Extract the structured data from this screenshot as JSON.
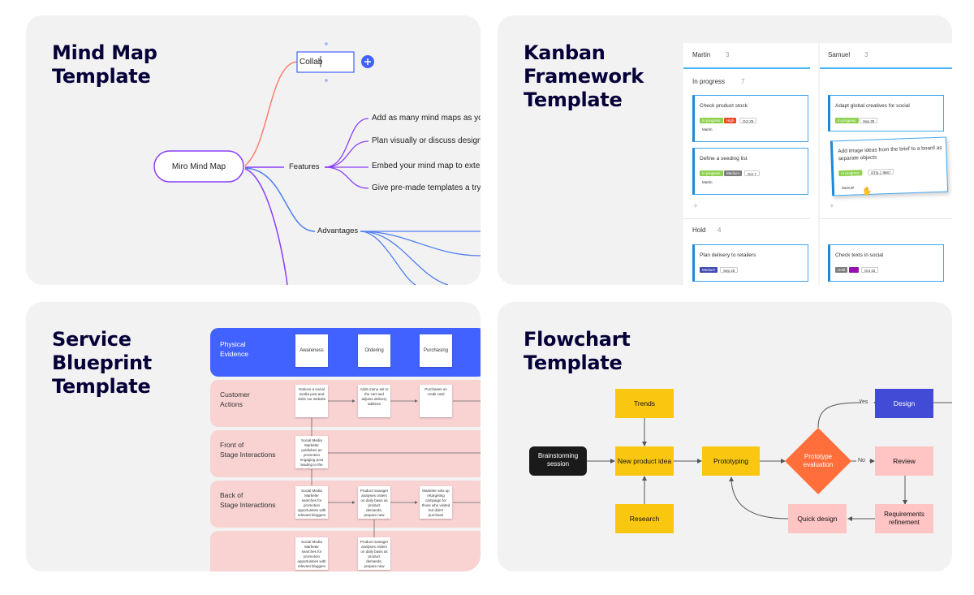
{
  "cards": {
    "mindmap": {
      "title": "Mind Map\nTemplate",
      "root": "Miro Mind Map",
      "editing_node": "Collab",
      "features_label": "Features",
      "advantages_label": "Advantages",
      "feature_items": [
        "Add as many mind maps as you",
        "Plan visually or discuss designs",
        "Embed your mind map to exter",
        "Give pre-made templates a try"
      ]
    },
    "kanban": {
      "title": "Kanban\nFramework\nTemplate",
      "columns": [
        {
          "name": "Martin",
          "count": "3"
        },
        {
          "name": "Samuel",
          "count": "3"
        }
      ],
      "groups": {
        "in_progress": {
          "name": "In progress",
          "count": "7"
        },
        "hold": {
          "name": "Hold",
          "count": "4"
        }
      },
      "cards": {
        "c1": {
          "title": "Check product stock",
          "tags": [
            "In progress",
            "High",
            "Oct 25"
          ],
          "person": "Martin"
        },
        "c2": {
          "title": "Define a seeding list",
          "tags": [
            "In progress",
            "Medium",
            "Oct 7"
          ],
          "person": "Martin"
        },
        "c3": {
          "title": "Adapt global creatives for social",
          "tags": [
            "In progress",
            "Sep 30"
          ]
        },
        "c4": {
          "title": "Add image ideas from the brief to a board as separate objects",
          "tags": [
            "In progress",
            "RTB-1 9667"
          ],
          "person": "Samuel"
        },
        "c5": {
          "title": "Plan delivery to retailers",
          "tags": [
            "Medium",
            "Sep 25"
          ]
        },
        "c6": {
          "title": "Check texts in social",
          "tags": [
            "Hold",
            "",
            "Oct 15"
          ]
        }
      }
    },
    "blueprint": {
      "title": "Service\nBlueprint\nTemplate",
      "lanes": [
        "Physical\nEvidence",
        "Customer\nActions",
        "Front of\nStage Interactions",
        "Back of\nStage Interactions"
      ],
      "evidence": [
        "Awareness",
        "Ordering",
        "Purchasing"
      ],
      "actions": [
        "Notices a social media post and visits our website",
        "Adds menu set to the cart and adjusts delivery address",
        "Purchases on credit card"
      ],
      "front": [
        "Social Media Marketer publishes an promotion engaging post leading to the landing page"
      ],
      "back": [
        "Social Media Marketer searches for promotion opportunities with relevant bloggers",
        "Product manager analyses orders on daily basis as product demands, prepare new menus pricing of basic raw materials",
        "Marketer sets up retargeting campaign for those who visited but didn't purchase"
      ],
      "extra": [
        "Social Media Marketer searches for promotion opportunities with relevant bloggers",
        "Product manager analyses orders on daily basis as product demands, prepare new menus raw materials"
      ]
    },
    "flow": {
      "title": "Flowchart\nTemplate",
      "nodes": {
        "brainstorm": "Brainstorming\nsession",
        "trends": "Trends",
        "new_idea": "New product idea",
        "research": "Research",
        "prototyping": "Prototyping",
        "evaluation": "Prototype\nevaluation",
        "design": "Design",
        "review": "Review",
        "refinement": "Requirements\nrefinement",
        "quick": "Quick design"
      },
      "yes": "Yes",
      "no": "No"
    }
  },
  "colors": {
    "title": "#050038",
    "card_bg": "#f2f2f2",
    "purple_branch": "#8a3ffc",
    "salmon_branch": "#fa8072",
    "blue_branch": "#4d7cf0",
    "accent_blue": "#4262ff",
    "lane_blue": "#4262ff",
    "lane_pink": "#f8d3d2",
    "flow_yellow": "#fac710",
    "flow_orange": "#ff6e3b",
    "flow_pink": "#ffc4c4",
    "flow_blue": "#414bd6",
    "flow_black": "#1a1a1a"
  }
}
